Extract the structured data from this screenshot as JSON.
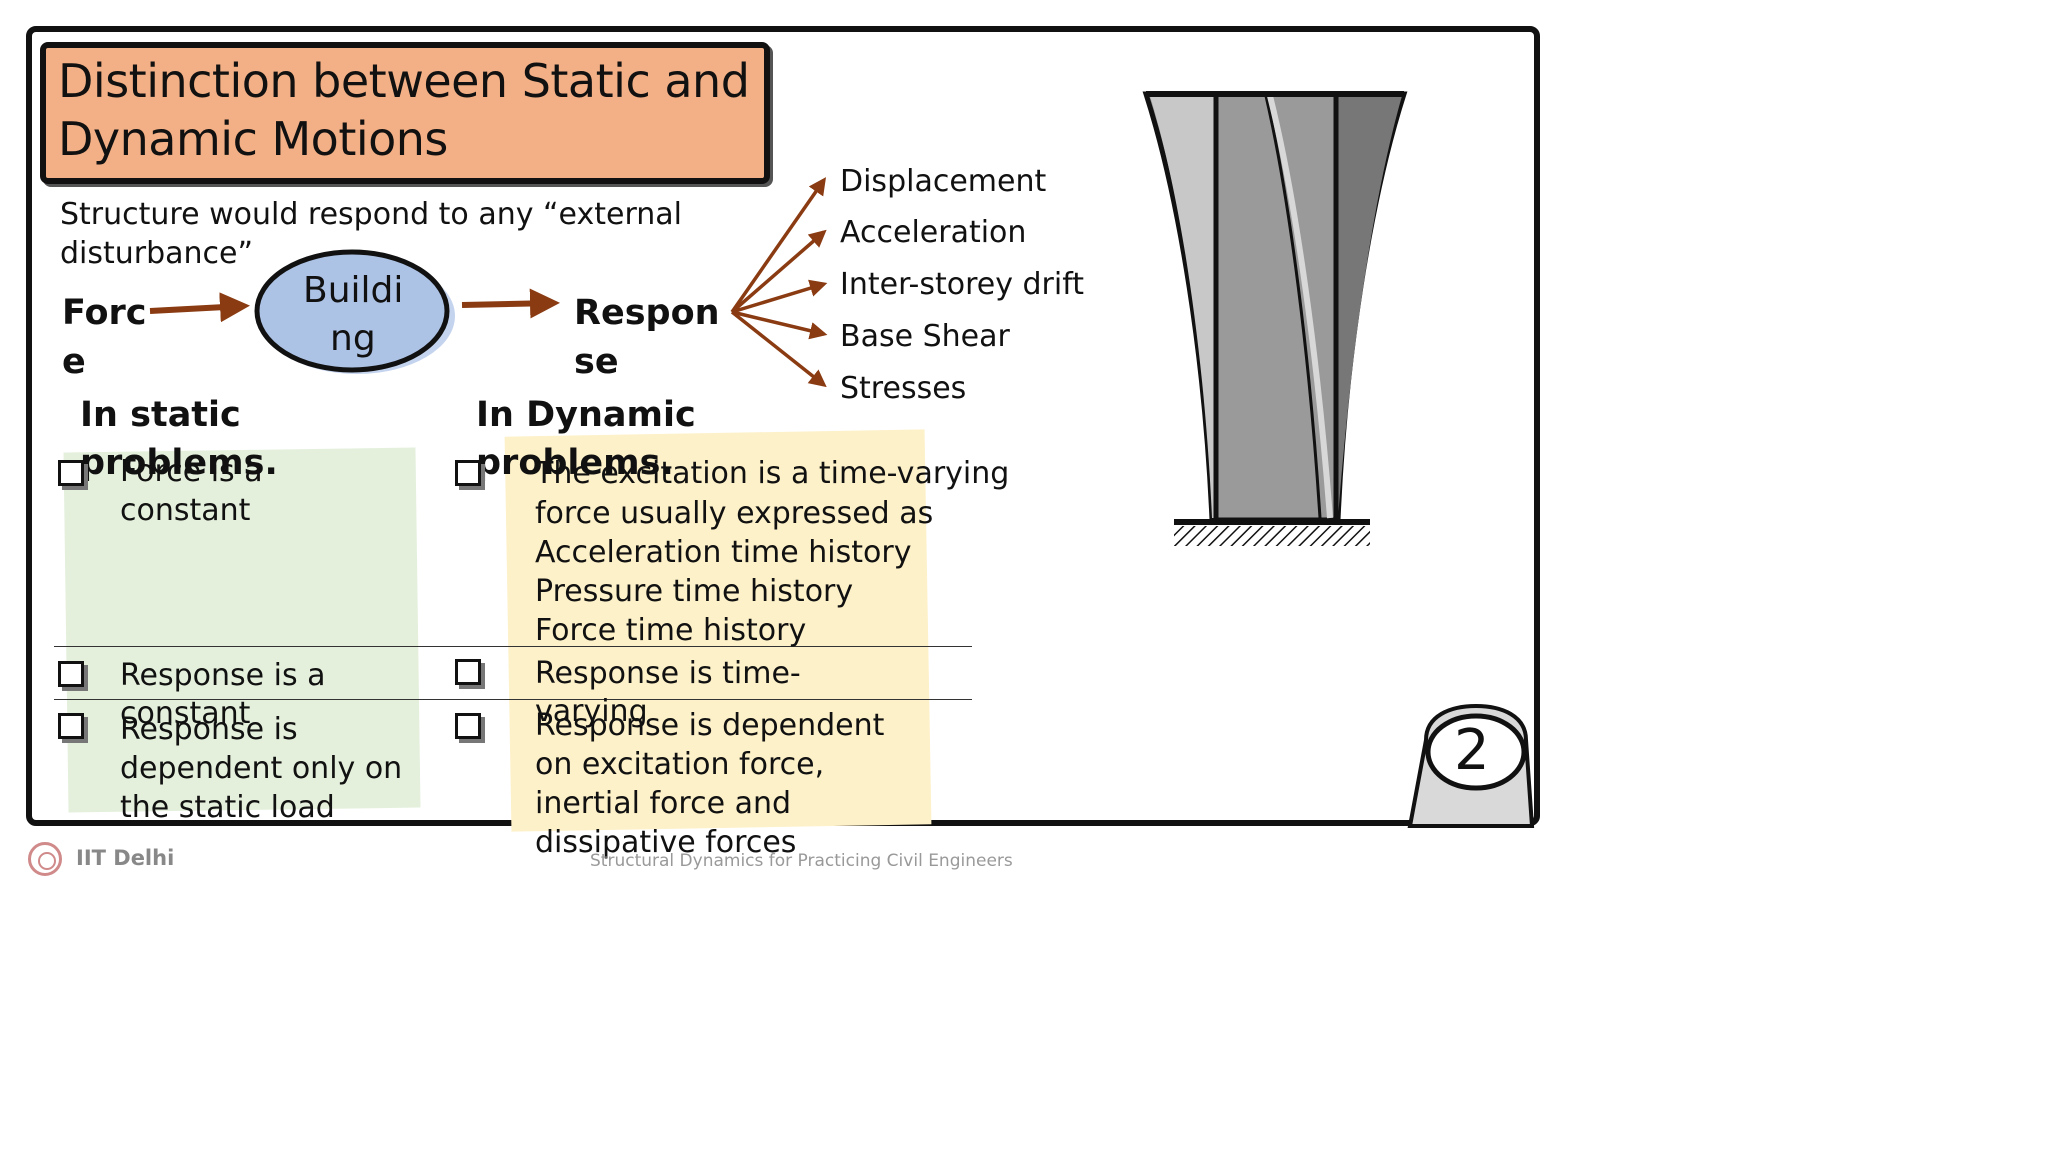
{
  "slide": {
    "title": [
      "Distinction between Static and",
      "Dynamic Motions"
    ],
    "intro": [
      "Structure would respond to any “external",
      "disturbance”"
    ],
    "flow": {
      "force": [
        "Forc",
        "e"
      ],
      "building": [
        "Buildi",
        "ng"
      ],
      "response": [
        "Respon",
        "se"
      ]
    },
    "response_types": [
      "Displacement",
      "Acceleration",
      "Inter-storey drift",
      "Base Shear",
      "Stresses"
    ],
    "static_heading": [
      "In static",
      "problems."
    ],
    "dynamic_heading": [
      "In Dynamic",
      "problems."
    ],
    "static_points": [
      [
        "Force is a",
        "constant"
      ],
      [
        "Response is a",
        "constant"
      ],
      [
        "Response is",
        "dependent only on",
        "the static load"
      ]
    ],
    "dynamic_points": [
      [
        "The excitation is a time-varying",
        "force usually expressed as",
        "Acceleration time history",
        "Pressure time history",
        "Force time history"
      ],
      [
        "Response is time-",
        "varying"
      ],
      [
        "Response is dependent",
        "on excitation force,",
        "inertial force and",
        "dissipative forces"
      ]
    ],
    "slide_number": "2"
  },
  "footer": {
    "org": "IIT Delhi",
    "course": "Structural Dynamics for Practicing Civil Engineers"
  },
  "colors": {
    "title_bg": "#f3b086",
    "building_ellipse": "#adc3e6",
    "arrow": "#8a3b12",
    "static_note": "#e4f0dc",
    "dynamic_note": "#fdf1c9"
  }
}
